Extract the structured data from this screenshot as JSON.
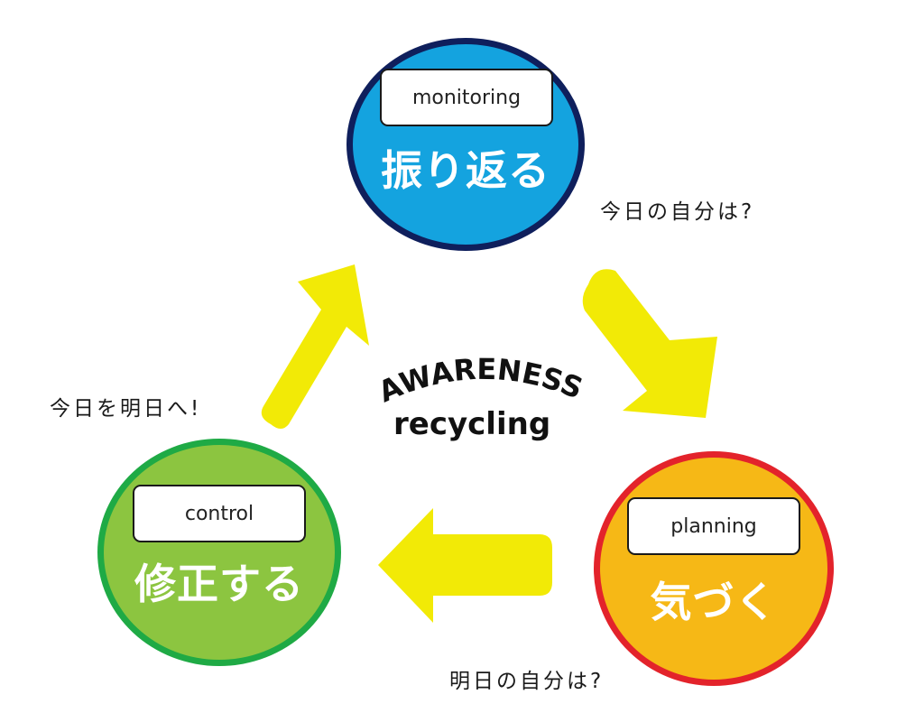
{
  "diagram": {
    "center": {
      "title": "AWARENESS",
      "subtitle": "recycling"
    },
    "nodes": [
      {
        "id": "monitoring",
        "tag": "monitoring",
        "label": "振り返る",
        "fill": "#14a3df",
        "border": "#0f1f5c"
      },
      {
        "id": "planning",
        "tag": "planning",
        "label": "気づく",
        "fill": "#f6b816",
        "border": "#e3232b"
      },
      {
        "id": "control",
        "tag": "control",
        "label": "修正する",
        "fill": "#8cc540",
        "border": "#1faa45"
      }
    ],
    "captions": {
      "monitoring_to_planning": "今日の自分は?",
      "planning_to_control": "明日の自分は?",
      "control_to_monitoring": "今日を明日へ!"
    },
    "arrow_color": "#f2ea06"
  }
}
